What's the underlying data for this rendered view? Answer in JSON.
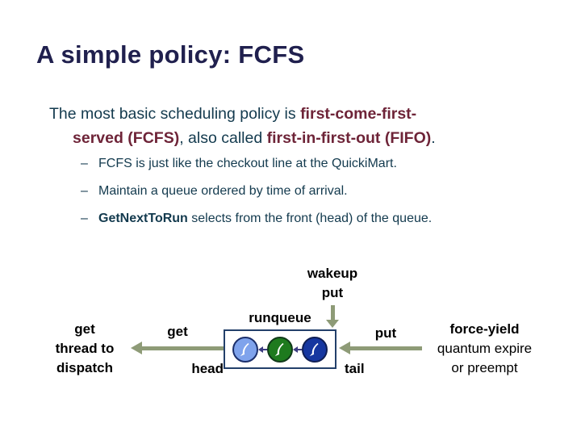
{
  "title": "A simple policy: FCFS",
  "body": {
    "l1_normal": "The most basic scheduling policy is ",
    "l1_accent": "first-come-first-",
    "l2_accent1": "served (FCFS)",
    "l2_normal": ", also called ",
    "l2_accent2": "first-in-first-out (FIFO)",
    "l2_end": "."
  },
  "bullets": [
    {
      "dash": "–",
      "bold": "",
      "text": "FCFS is just like the checkout line at the QuickiMart."
    },
    {
      "dash": "–",
      "bold": "",
      "text": "Maintain a queue ordered by time of arrival."
    },
    {
      "dash": "–",
      "bold": "GetNextToRun",
      "text": " selects from the front (head) of the queue."
    }
  ],
  "diagram": {
    "wakeup_label": "wakeup",
    "put_top_label": "put",
    "runqueue_label": "runqueue",
    "get_label": "get",
    "head_label": "head",
    "put_right_label": "put",
    "tail_label": "tail",
    "left_caption": {
      "line1": "get",
      "line2": "thread to",
      "line3": "dispatch"
    },
    "right_caption": {
      "line1": "force-yield",
      "line2": "quantum expire",
      "line3": "or preempt"
    },
    "thread_icons": [
      "thread-icon-light-blue",
      "thread-icon-green",
      "thread-icon-dark-blue"
    ]
  },
  "colors": {
    "title_text": "#20204E",
    "body_text": "#133A4E",
    "accent_text": "#6E2438",
    "diagram_text": "#000000",
    "arrow": "#8E9B77",
    "box_border": "#23406A",
    "connector": "#3C3C80",
    "thread_fills": [
      "#7FA3EC",
      "#1E7A1E",
      "#1637A0"
    ]
  }
}
